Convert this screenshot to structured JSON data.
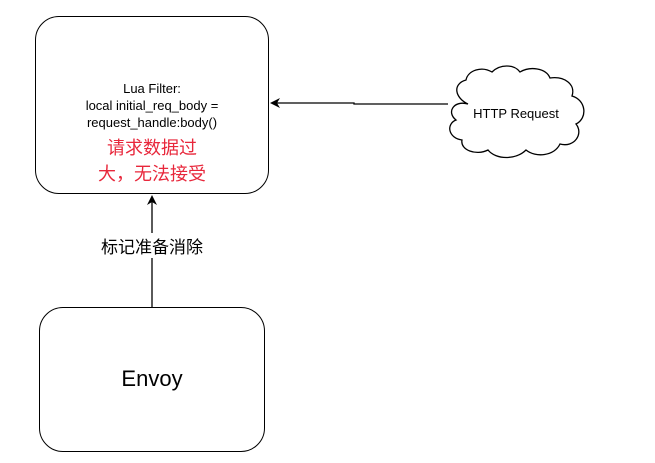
{
  "lua_filter": {
    "line1": "Lua Filter:",
    "line2": "local initial_req_body =",
    "line3": "request_handle:body()",
    "warning_line1": "请求数据过",
    "warning_line2": "大，无法接受"
  },
  "envoy": {
    "label": "Envoy"
  },
  "edge_envoy_to_lua": {
    "label": "标记准备消除"
  },
  "http_request": {
    "label": "HTTP Request"
  },
  "colors": {
    "warning_text": "#e8273b",
    "stroke": "#000000"
  }
}
